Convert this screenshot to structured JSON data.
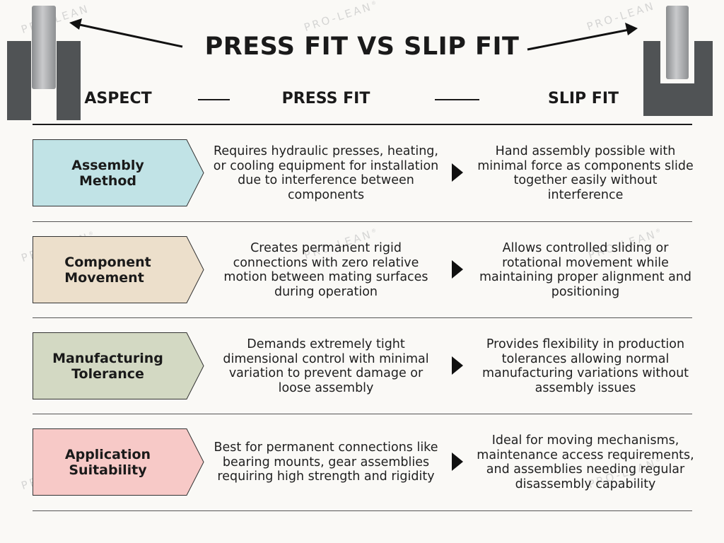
{
  "title": "PRESS FIT VS SLIP FIT",
  "watermark": "PRO-LEAN",
  "watermark_mark": "®",
  "columns": {
    "aspect": "ASPECT",
    "press_fit": "PRESS FIT",
    "slip_fit": "SLIP FIT"
  },
  "rows": [
    {
      "aspect": "Assembly\nMethod",
      "color": "#c1e3e6",
      "press_fit": "Requires hydraulic presses, heating, or cooling equipment for installation due to interference between components",
      "slip_fit": "Hand assembly possible with minimal force as components slide together easily without interference"
    },
    {
      "aspect": "Component\nMovement",
      "color": "#ecdfcb",
      "press_fit": "Creates permanent rigid connections with zero relative motion between mating surfaces during operation",
      "slip_fit": "Allows controlled sliding or rotational movement while maintaining proper alignment and positioning"
    },
    {
      "aspect": "Manufacturing\nTolerance",
      "color": "#d3d9c3",
      "press_fit": "Demands extremely tight dimensional control with minimal variation to prevent damage or loose assembly",
      "slip_fit": "Provides flexibility in production tolerances allowing normal manufacturing variations without assembly issues"
    },
    {
      "aspect": "Application\nSuitability",
      "color": "#f7c9c7",
      "press_fit": "Best for permanent connections like bearing mounts, gear assemblies requiring high strength and rigidity",
      "slip_fit": "Ideal for moving mechanisms, maintenance access requirements, and assemblies needing regular disassembly capability"
    }
  ],
  "colors": {
    "block": "#505355",
    "pin": "#a7a9ab",
    "rule": "#555555"
  },
  "icons": [
    "arrow-left-icon",
    "arrow-right-icon",
    "press-fit-pin-icon",
    "slip-fit-pin-icon",
    "chevron-tag-icon",
    "triangle-arrow-icon"
  ]
}
